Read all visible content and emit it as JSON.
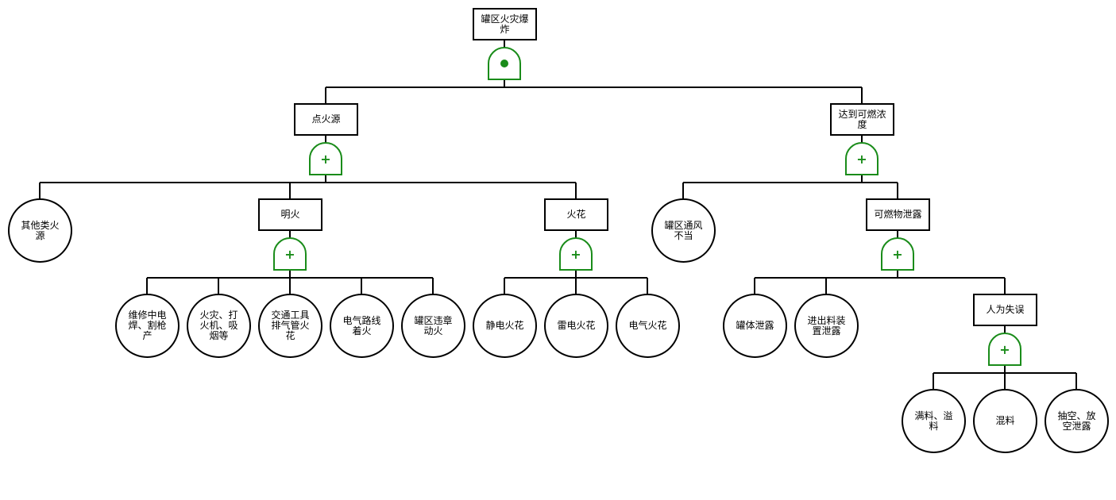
{
  "colors": {
    "gate": "#1a8c1a",
    "line": "#000000",
    "node_border": "#000000"
  },
  "gates": {
    "top": {
      "type": "and",
      "symbol": "●"
    },
    "ignition": {
      "type": "or",
      "symbol": "+"
    },
    "open_flame": {
      "type": "or",
      "symbol": "+"
    },
    "spark": {
      "type": "or",
      "symbol": "+"
    },
    "concentration": {
      "type": "or",
      "symbol": "+"
    },
    "leak": {
      "type": "or",
      "symbol": "+"
    },
    "human_error": {
      "type": "or",
      "symbol": "+"
    }
  },
  "events": {
    "top": "罐区火灾爆炸",
    "ignition": "点火源",
    "concentration": "达到可燃浓度",
    "other_sources": "其他类火源",
    "open_flame": "明火",
    "spark": "火花",
    "poor_ventilation": "罐区通风不当",
    "combustible_leak": "可燃物泄露",
    "welding": "维修中电焊、割枪产",
    "smoking": "火灾、打火机、吸烟等",
    "vehicle_exhaust": "交通工具排气管火花",
    "wiring_fire": "电气路线着火",
    "illegal_fire": "罐区违章动火",
    "static_spark": "静电火花",
    "lightning_spark": "雷电火花",
    "electric_spark": "电气火花",
    "tank_leak": "罐体泄露",
    "loading_leak": "进出料装置泄露",
    "human_error": "人为失误",
    "overfill": "满料、溢料",
    "mixing": "混料",
    "evacuation_leak": "抽空、放空泄露"
  }
}
